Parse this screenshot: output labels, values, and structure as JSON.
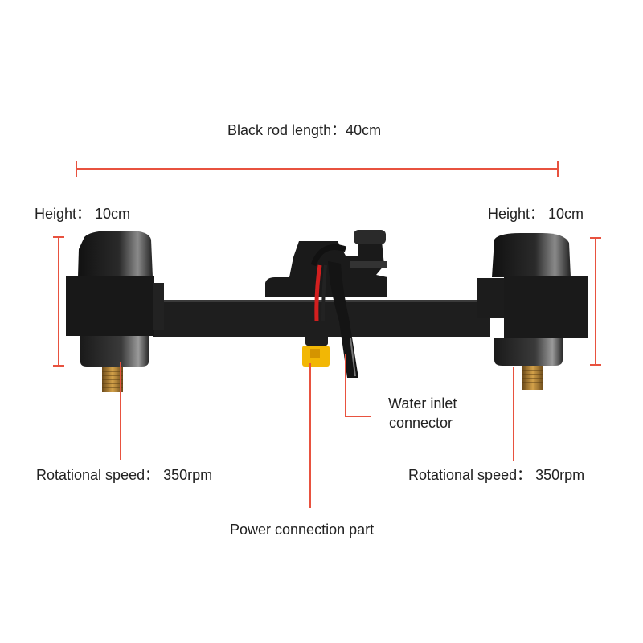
{
  "colors": {
    "dimension_line": "#e8523f",
    "device_body": "#1c1c1c",
    "text": "#222222",
    "connector_yellow": "#f2b705",
    "wire_red": "#d31f1f",
    "thread_brass": "#b8893a"
  },
  "labels": {
    "rod_length": "Black rod length：40cm",
    "height_left": "Height：  10cm",
    "height_right": "Height：  10cm",
    "water_inlet_line1": "Water inlet",
    "water_inlet_line2": "connector",
    "speed_left": "Rotational speed：  350rpm",
    "speed_right": "Rotational speed：  350rpm",
    "power": "Power connection part"
  }
}
